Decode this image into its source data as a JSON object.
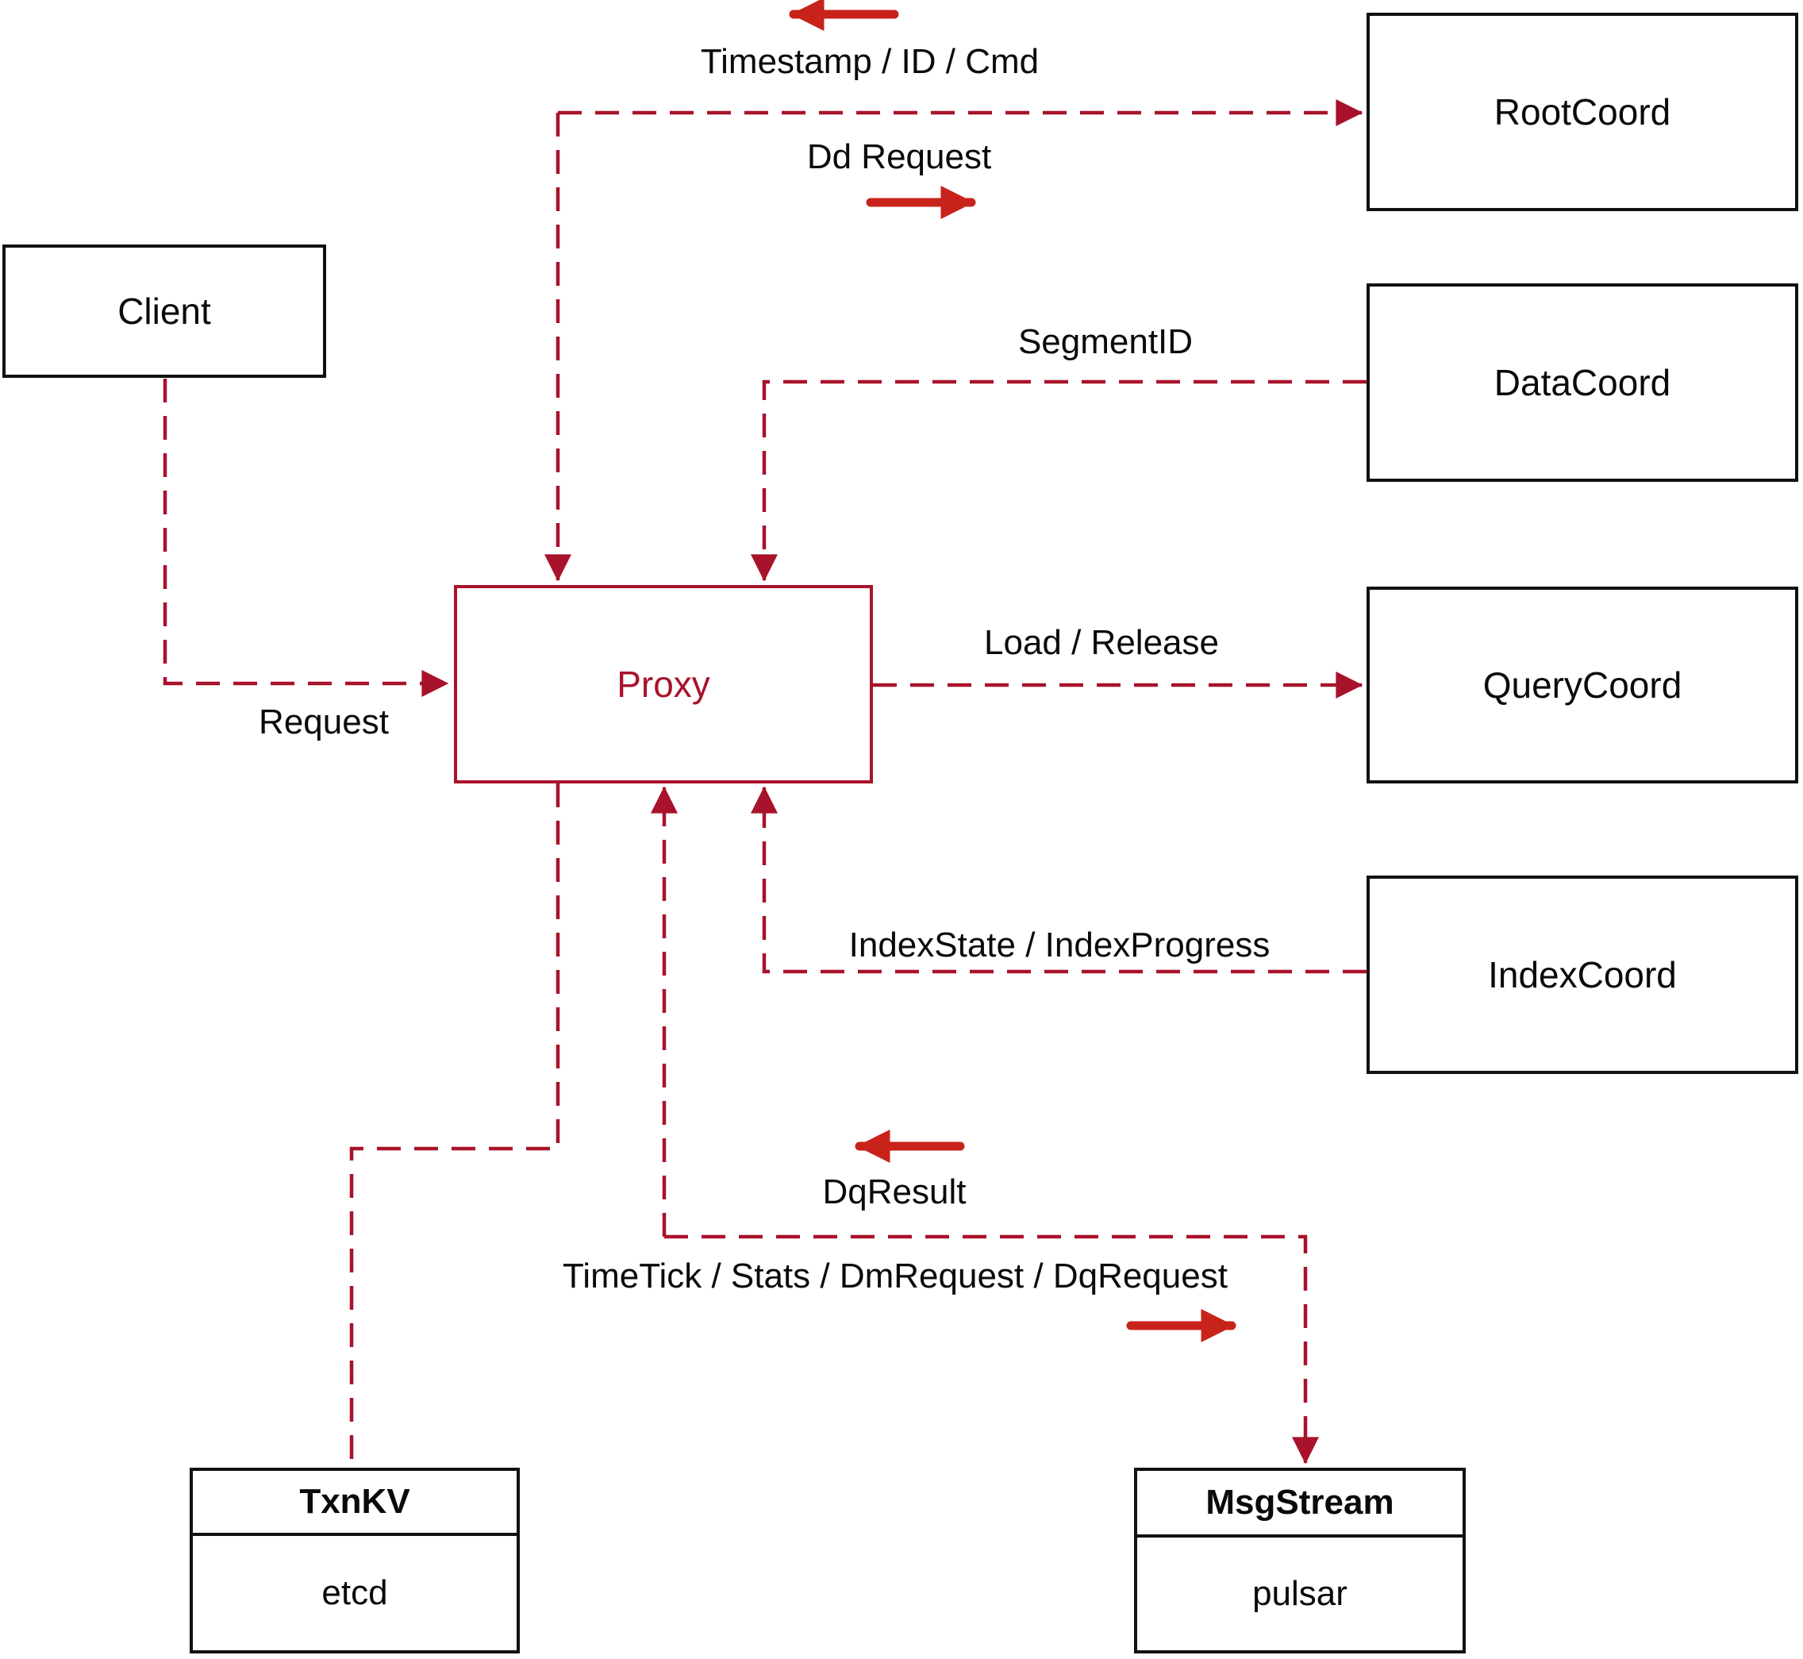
{
  "colors": {
    "connector_dashed": "#a8132b",
    "arrow_solid": "#c8231a",
    "box_border": "#111111",
    "text": "#0a0a0a",
    "background": "#ffffff",
    "proxy_accent": "#a8132b"
  },
  "nodes": {
    "client": {
      "label": "Client"
    },
    "proxy": {
      "label": "Proxy"
    },
    "root_coord": {
      "label": "RootCoord"
    },
    "data_coord": {
      "label": "DataCoord"
    },
    "query_coord": {
      "label": "QueryCoord"
    },
    "index_coord": {
      "label": "IndexCoord"
    },
    "txn_kv": {
      "title": "TxnKV",
      "subtitle": "etcd"
    },
    "msg_stream": {
      "title": "MsgStream",
      "subtitle": "pulsar"
    }
  },
  "edges": {
    "request": {
      "label": "Request"
    },
    "timestamp": {
      "label": "Timestamp / ID / Cmd"
    },
    "dd_request": {
      "label": "Dd Request"
    },
    "segment_id": {
      "label": "SegmentID"
    },
    "load_release": {
      "label": "Load / Release"
    },
    "index_state": {
      "label": "IndexState / IndexProgress"
    },
    "dq_result": {
      "label": "DqResult"
    },
    "time_tick": {
      "label": "TimeTick / Stats / DmRequest / DqRequest"
    }
  }
}
